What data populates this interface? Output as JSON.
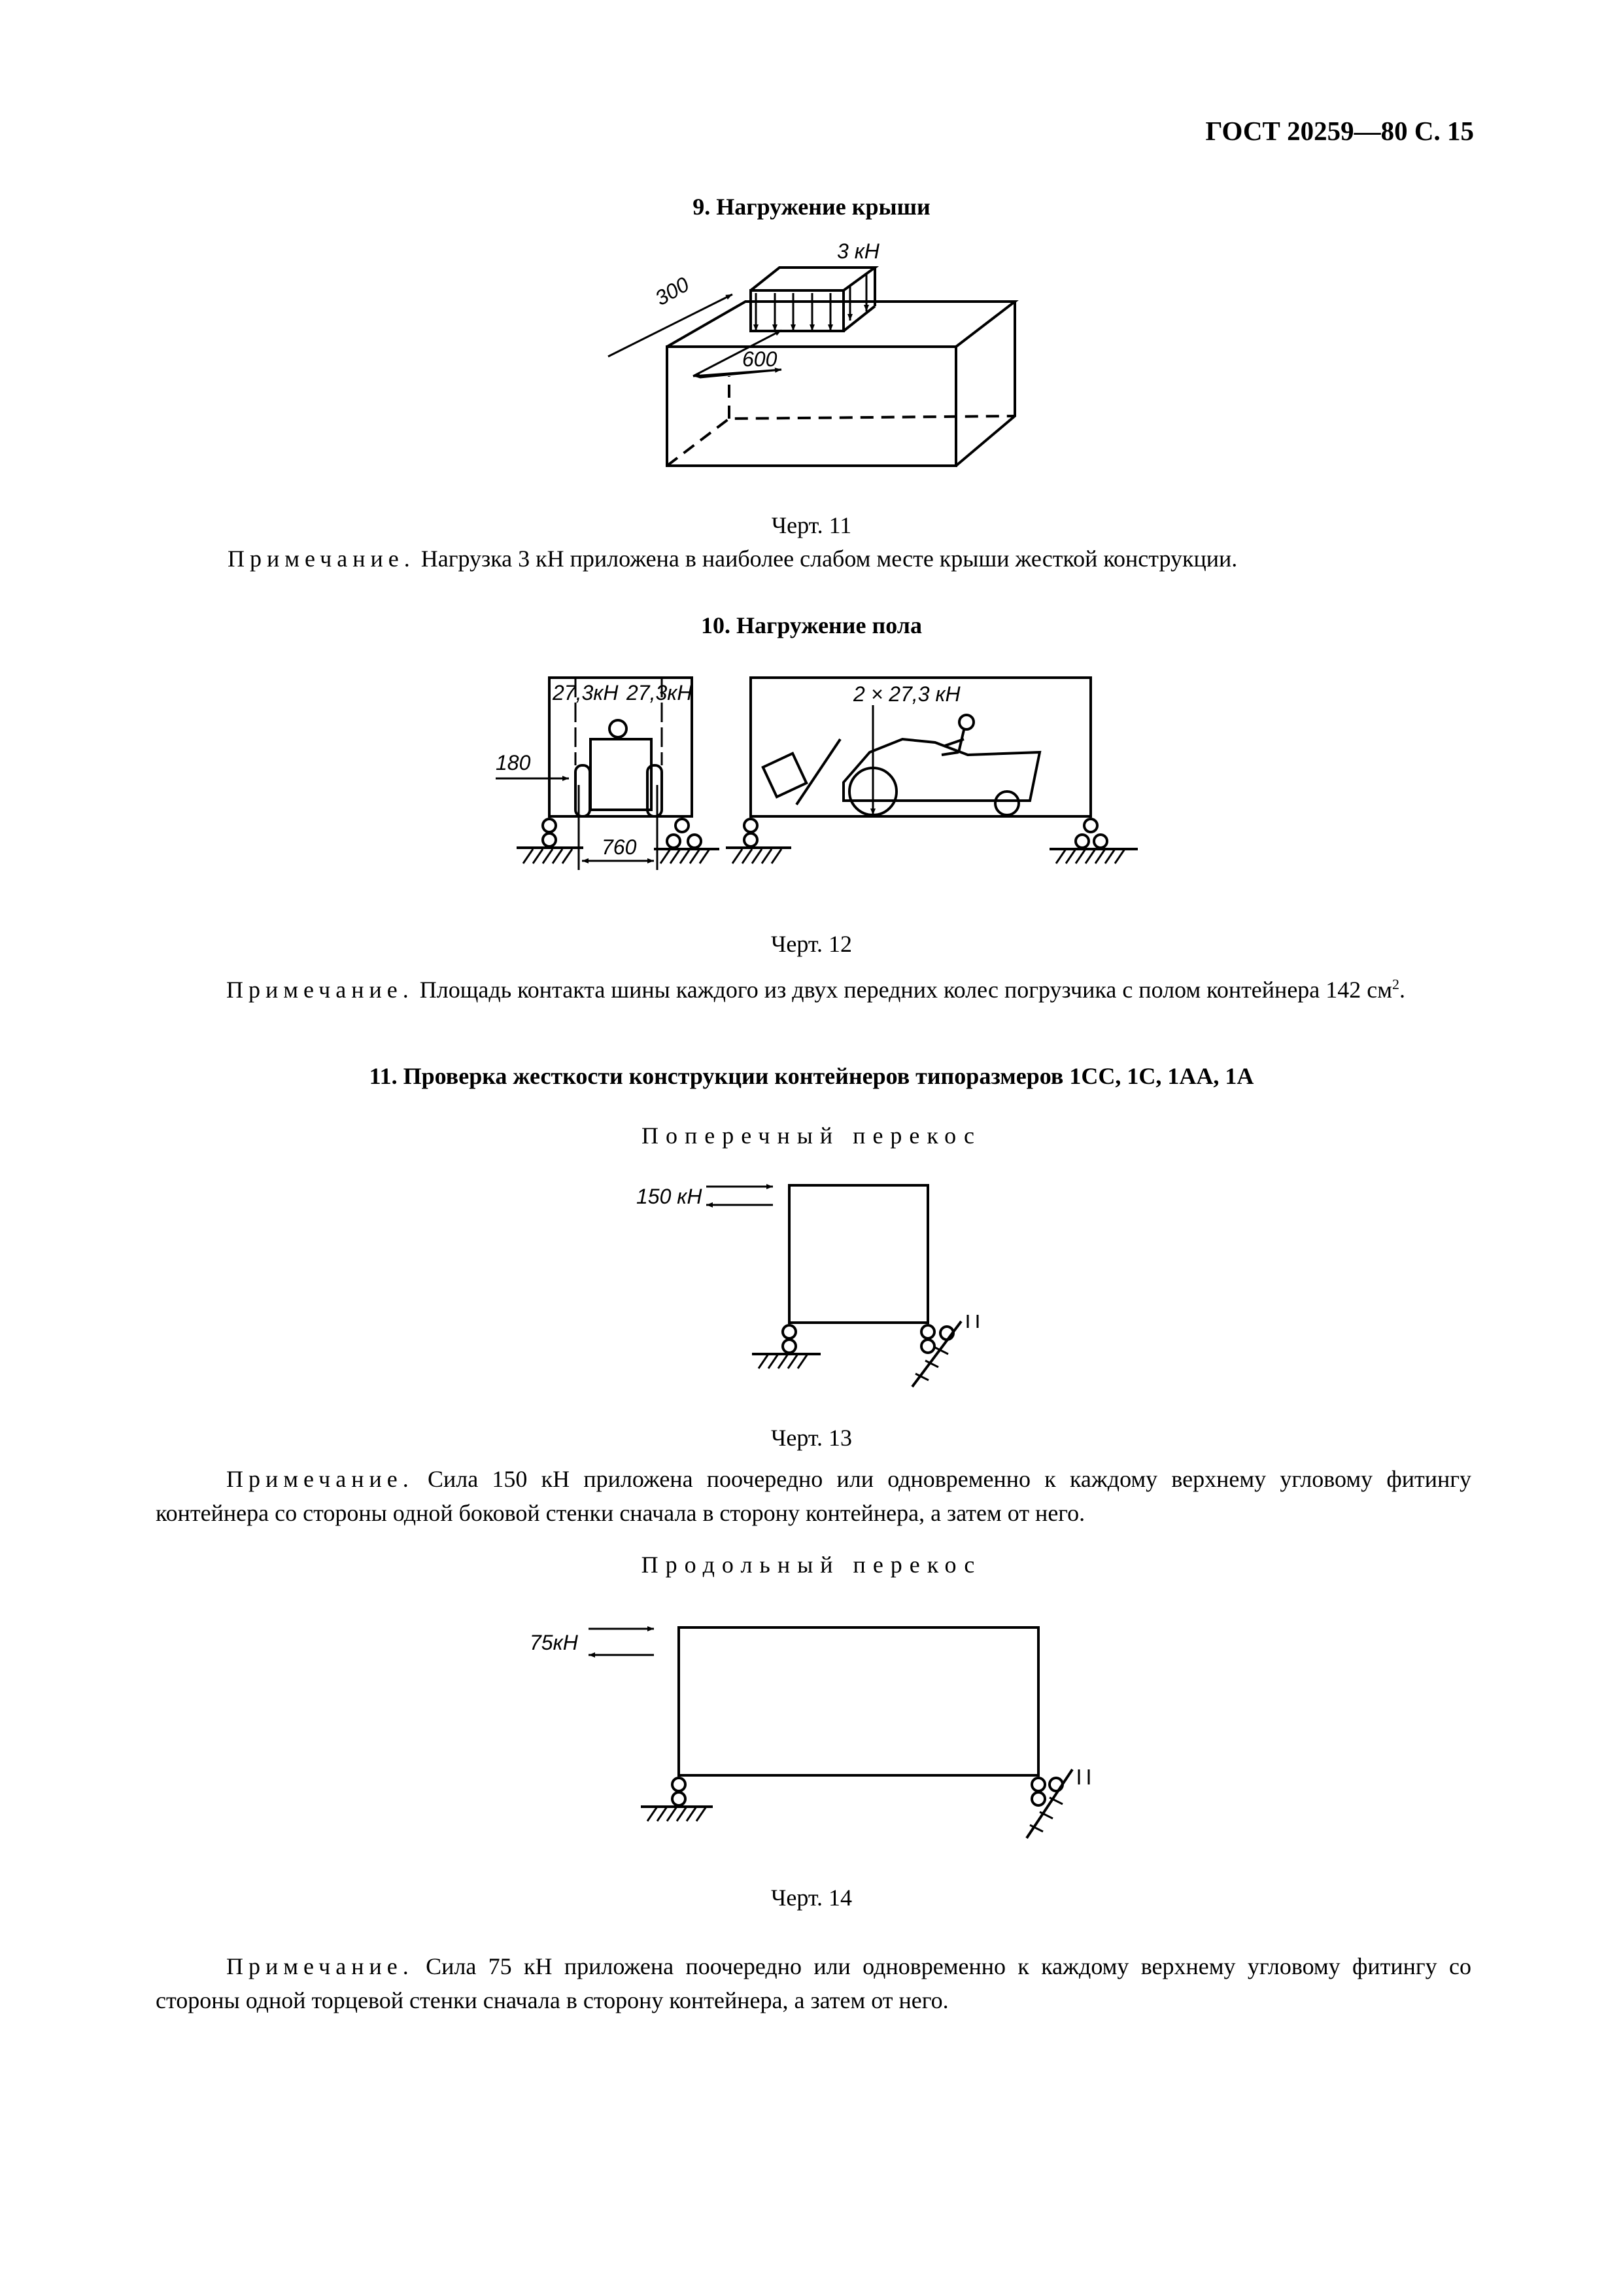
{
  "header": "ГОСТ 20259—80 С. 15",
  "section9": {
    "heading": "9. Нагружение крыши",
    "figure": {
      "load_label": "3 кН",
      "dim_a": "300",
      "dim_b": "600"
    },
    "caption": "Черт. 11",
    "note_lead": "Примечание.",
    "note_text": " Нагрузка 3 кН приложена в наиболее слабом месте крыши жесткой конструкции."
  },
  "section10": {
    "heading": "10. Нагружение пола",
    "figure": {
      "load_left_1": "27,3кН",
      "load_left_2": "27,3кН",
      "dim_180": "180",
      "dim_760": "760",
      "load_right": "2 × 27,3 кН"
    },
    "caption": "Черт. 12",
    "note_lead": "Примечание.",
    "note_text": " Площадь контакта шины каждого из двух передних колес погрузчика с полом контейнера 142 см",
    "note_sup": "2",
    "note_end": "."
  },
  "section11": {
    "heading": "11. Проверка жесткости конструкции контейнеров типоразмеров 1СС, 1С, 1АА, 1А",
    "transverse": {
      "subheading": "Поперечный перекос",
      "load_label": "150 кН",
      "caption": "Черт. 13",
      "note_lead": "Примечание.",
      "note_text": " Сила 150 кН приложена поочередно или одновременно к каждому верхнему угловому фитингу контейнера со стороны одной боковой стенки сначала в сторону контейнера, а затем от него."
    },
    "longitudinal": {
      "subheading": "Продольный перекос",
      "load_label": "75кН",
      "caption": "Черт. 14",
      "note_lead": "Примечание.",
      "note_text": " Сила 75 кН приложена поочередно или одновременно к каждому верхнему угловому фитингу со стороны одной торцевой стенки сначала в сторону контейнера, а затем от него."
    }
  }
}
